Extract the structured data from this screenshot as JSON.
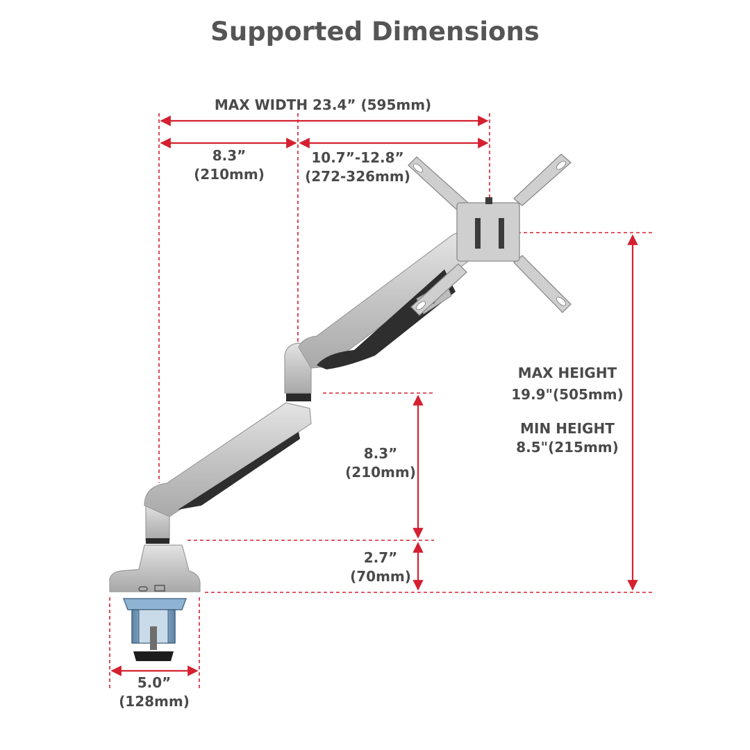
{
  "title": "Supported Dimensions",
  "colors": {
    "dimension_line": "#d42030",
    "arm_silver": "#c9c9c9",
    "arm_shadow": "#2e2e2e",
    "text": "#4a4a4a",
    "clamp_blue": "#7fa9c9"
  },
  "dimensions": {
    "max_width": "MAX WIDTH 23.4” (595mm)",
    "arm_segment_width": {
      "inch": "8.3”",
      "mm": "(210mm)"
    },
    "plate_extension": {
      "inch": "10.7”-12.8”",
      "mm": "(272-326mm)"
    },
    "max_height": {
      "label": "MAX HEIGHT",
      "value": "19.9\"(505mm)"
    },
    "min_height": {
      "label": "MIN HEIGHT",
      "value": "8.5\"(215mm)"
    },
    "arm_segment_height": {
      "inch": "8.3”",
      "mm": "(210mm)"
    },
    "base_height": {
      "inch": "2.7”",
      "mm": "(70mm)"
    },
    "base_width": {
      "inch": "5.0”",
      "mm": "(128mm)"
    }
  }
}
